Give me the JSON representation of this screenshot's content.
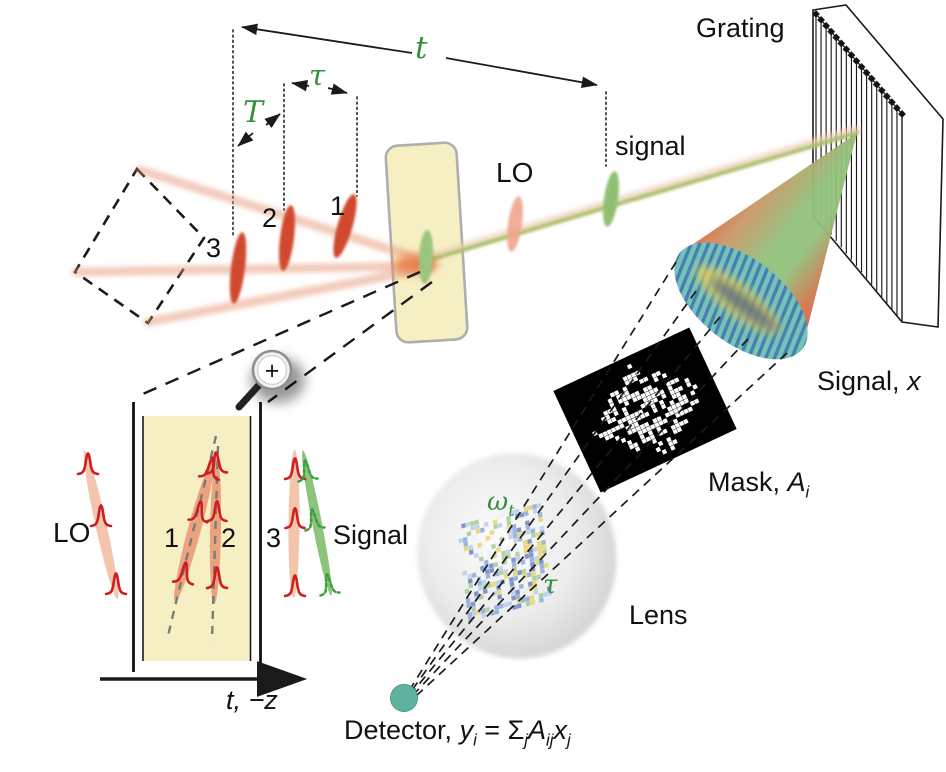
{
  "labels": {
    "grating": "Grating",
    "signal_beam": "signal",
    "lo_beam": "LO",
    "pulse_1": "1",
    "pulse_2": "2",
    "pulse_3": "3",
    "time_t": "t",
    "tau": "τ",
    "period_T": "T",
    "signal_x": {
      "text": "Signal, ",
      "var": "x"
    },
    "mask": {
      "text": "Mask, ",
      "var": "A",
      "sub": "i"
    },
    "lens": "Lens",
    "omega": {
      "base": "ω",
      "sub": "t"
    },
    "tau_lens": "τ",
    "detector": {
      "prefix": "Detector, ",
      "y": "y",
      "y_sub": "i",
      "equals": " = ",
      "sigma": "Σ",
      "sigma_sub": "j",
      "A": "A",
      "A_sub": "ij",
      "x": "x",
      "x_sub": "j"
    },
    "inset": {
      "lo": "LO",
      "beam_1": "1",
      "beam_2": "2",
      "beam_3": "3",
      "signal": "Signal",
      "axis": "t, −z"
    }
  },
  "icons": {
    "magnifier_plus": "+"
  },
  "colors": {
    "pulse_red": "#d0492f",
    "beam_salmon": "#edb39a",
    "signal_green": "#8fc072",
    "crystal_yellow": "#f7efc4",
    "detector_teal": "#5fb2a0",
    "math_green": "#35913c",
    "mask_black": "#000000"
  }
}
